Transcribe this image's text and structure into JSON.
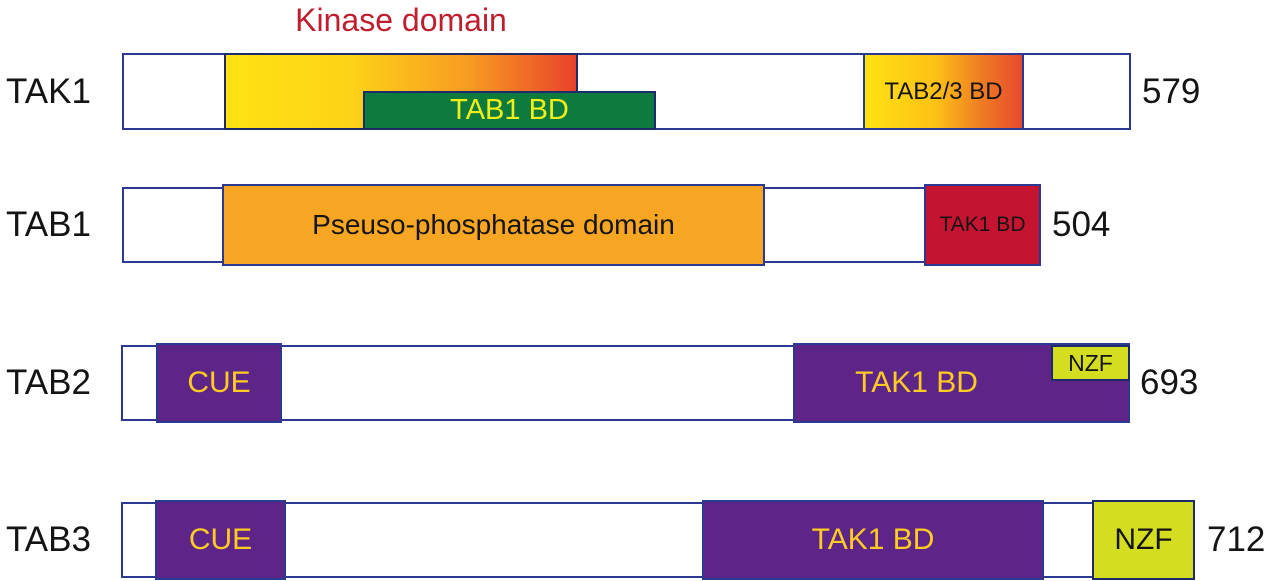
{
  "figure": {
    "type": "protein-domain-diagram",
    "annotation_above_tak1": "Kinase domain"
  },
  "colors": {
    "background": "#ffffff",
    "backbone_border": "#2b3990",
    "kinase_gradient_start": "#ffe212",
    "kinase_gradient_end": "#e9422b",
    "tab23_gradient_start": "#ffe112",
    "tab23_gradient_end": "#e8492f",
    "tab1_bd_green": "#0d7a3e",
    "tab1_bd_label_yellow": "#f2ee1a",
    "pseudophosphatase_orange": "#f6a623",
    "tak1_bd_red": "#c41432",
    "cue_tak1bd_purple": "#5e2589",
    "purple_label_gold": "#fecb20",
    "nzf_yellow_green": "#d5dd21",
    "kinase_annotation_red": "#be1e2d",
    "text_black": "#141414"
  },
  "proteins": [
    {
      "name": "TAK1",
      "length": "579",
      "annotation_above": "Kinase domain",
      "domains": {
        "kinase": {
          "label": ""
        },
        "tab1_bd": {
          "label": "TAB1 BD"
        },
        "tab23_bd": {
          "label": "TAB2/3 BD"
        }
      }
    },
    {
      "name": "TAB1",
      "length": "504",
      "domains": {
        "pseudophosphatase": {
          "label": "Pseuso-phosphatase domain"
        },
        "tak1_bd": {
          "label": "TAK1 BD"
        }
      }
    },
    {
      "name": "TAB2",
      "length": "693",
      "domains": {
        "cue": {
          "label": "CUE"
        },
        "tak1_bd": {
          "label": "TAK1 BD"
        },
        "nzf": {
          "label": "NZF"
        }
      }
    },
    {
      "name": "TAB3",
      "length": "712",
      "domains": {
        "cue": {
          "label": "CUE"
        },
        "tak1_bd": {
          "label": "TAK1 BD"
        },
        "nzf": {
          "label": "NZF"
        }
      }
    }
  ]
}
